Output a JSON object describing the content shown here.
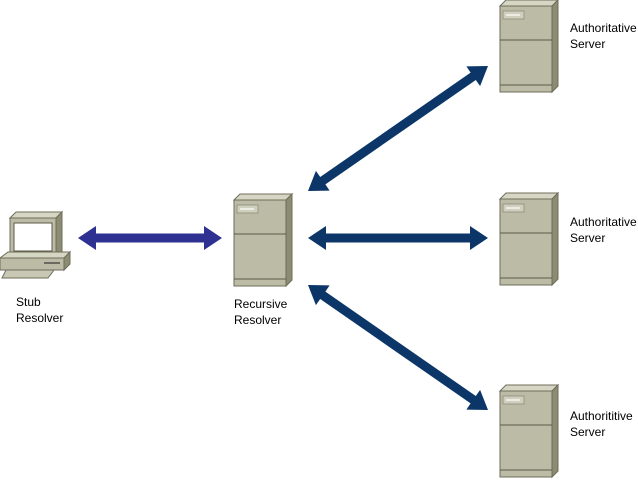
{
  "nodes": {
    "stub": {
      "line1": "Stub",
      "line2": "Resolver"
    },
    "recursive": {
      "line1": "Recursive",
      "line2": "Resolver"
    },
    "auth_top": {
      "line1": "Authoritative",
      "line2": "Server"
    },
    "auth_middle": {
      "line1": "Authoritative",
      "line2": "Server"
    },
    "auth_bottom": {
      "line1": "Authorititive",
      "line2": "Server"
    }
  },
  "colors": {
    "client_link": "#2e3192",
    "server_link": "#0c3668",
    "server_body": "#b8b8a0"
  }
}
